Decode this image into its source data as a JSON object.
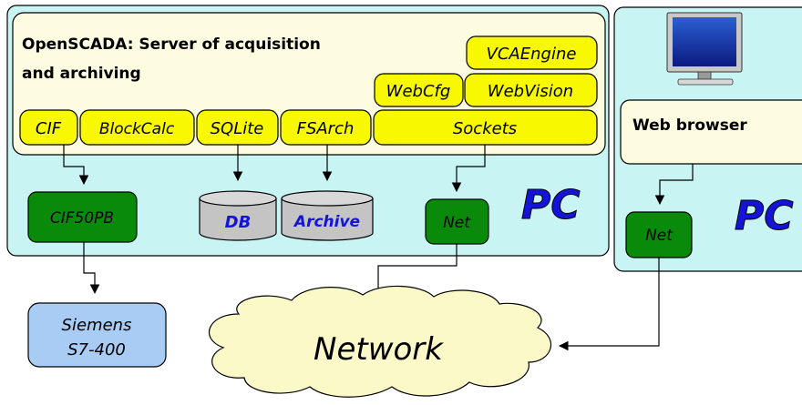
{
  "server": {
    "title_line1": "OpenSCADA: Server of acquisition",
    "title_line2": "and archiving",
    "modules": {
      "vcaengine": "VCAEngine",
      "webcfg": "WebCfg",
      "webvision": "WebVision",
      "cif": "CIF",
      "blockcalc": "BlockCalc",
      "sqlite": "SQLite",
      "fsarch": "FSArch",
      "sockets": "Sockets"
    },
    "devices": {
      "cif50pb": "CIF50PB",
      "db": "DB",
      "archive": "Archive",
      "net": "Net"
    },
    "pc_label": "PC"
  },
  "client": {
    "browser_label": "Web browser",
    "net": "Net",
    "pc_label": "PC"
  },
  "siemens": {
    "line1": "Siemens",
    "line2": "S7-400"
  },
  "network": {
    "label": "Network"
  },
  "colors": {
    "pc_bg": "#c8f4f4",
    "server_bg": "#fdfbe0",
    "module_bg": "#f8f800",
    "device_green": "#0a8a0a",
    "db_gray": "#c4c4c4",
    "siemens_bg": "#a8ccf4",
    "cloud_bg": "#fbf9c8",
    "pc_text": "#1414d8"
  }
}
